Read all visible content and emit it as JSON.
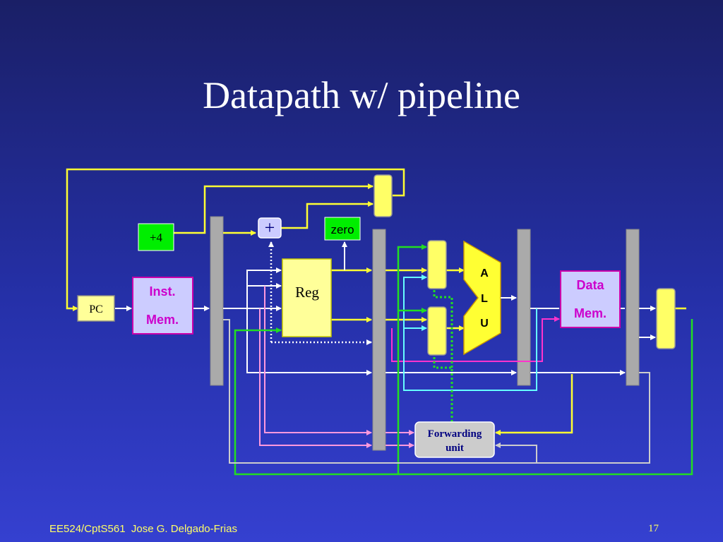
{
  "slide": {
    "title": "Datapath w/ pipeline",
    "footer_left": "EE524/CptS561  Jose G. Delgado-Frias",
    "page_number": "17"
  },
  "blocks": {
    "pc": "PC",
    "plus4": "+4",
    "inst_mem_line1": "Inst.",
    "inst_mem_line2": "Mem.",
    "reg": "Reg",
    "adder": "+",
    "zero": "zero",
    "alu_a": "A",
    "alu_l": "L",
    "alu_u": "U",
    "data_mem_line1": "Data",
    "data_mem_line2": "Mem.",
    "forwarding_line1": "Forwarding",
    "forwarding_line2": "unit"
  },
  "colors": {
    "background": "#2530a8",
    "wire_yellow": "#ffff33",
    "wire_white": "#ffffff",
    "wire_green": "#22dd22",
    "wire_cyan": "#66ffff",
    "wire_pink": "#ff99dd",
    "wire_magenta": "#ff33cc",
    "wire_gray": "#cccccc",
    "mux_fill": "#ffff66",
    "memory_fill": "#ccccff",
    "memory_border": "#cc00aa",
    "pipeline_register": "#aaaaaa",
    "label_green": "#00ee00",
    "text_purple": "#cc00cc",
    "text_navy": "#000080",
    "footer_text": "#ffff66"
  }
}
